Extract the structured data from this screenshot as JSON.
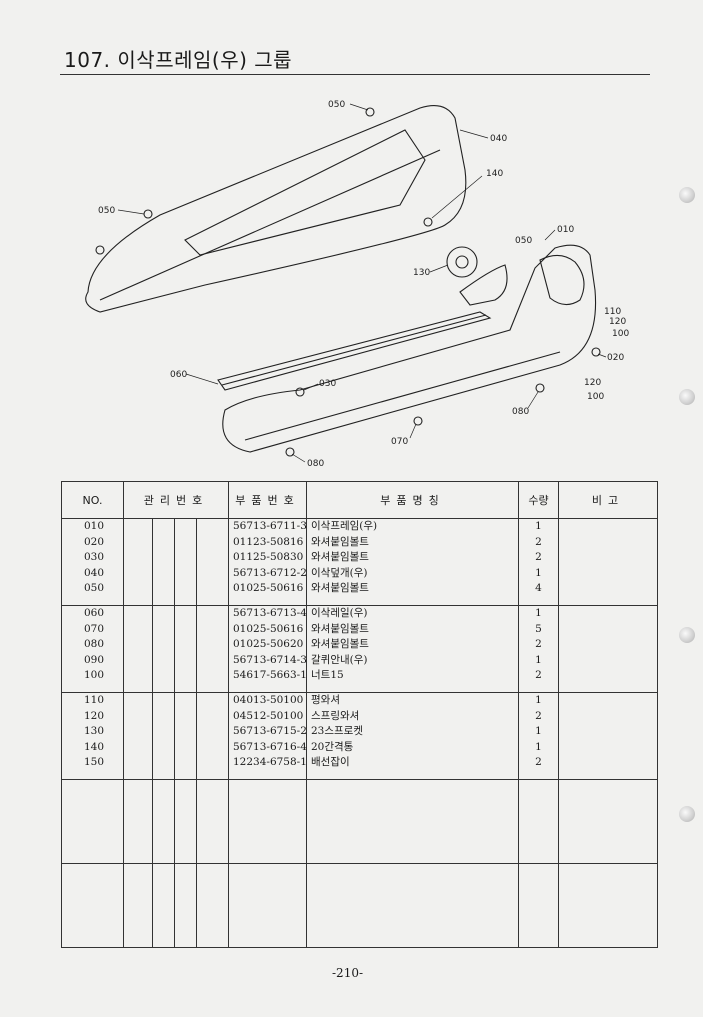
{
  "title": "107. 이삭프레임(우) 그룹",
  "page_number": "-210-",
  "diagram": {
    "callouts": [
      "050",
      "040",
      "140",
      "050",
      "010",
      "050",
      "130",
      "110",
      "120",
      "100",
      "020",
      "060",
      "030",
      "120",
      "100",
      "080",
      "070",
      "080"
    ]
  },
  "table": {
    "headers": {
      "no": "NO.",
      "management": "관리번호",
      "part_number": "부품번호",
      "part_name": "부품명칭",
      "qty": "수량",
      "remarks": "비고"
    },
    "groups": [
      [
        {
          "no": "010",
          "part_number": "56713-6711-3",
          "name": "이삭프레임(우)",
          "qty": "1"
        },
        {
          "no": "020",
          "part_number": "01123-50816",
          "name": "와셔붙임볼트",
          "qty": "2"
        },
        {
          "no": "030",
          "part_number": "01125-50830",
          "name": "와셔붙임볼트",
          "qty": "2"
        },
        {
          "no": "040",
          "part_number": "56713-6712-2",
          "name": "이삭덮개(우)",
          "qty": "1"
        },
        {
          "no": "050",
          "part_number": "01025-50616",
          "name": "와셔붙임볼트",
          "qty": "4"
        }
      ],
      [
        {
          "no": "060",
          "part_number": "56713-6713-4",
          "name": "이삭레일(우)",
          "qty": "1"
        },
        {
          "no": "070",
          "part_number": "01025-50616",
          "name": "와셔붙임볼트",
          "qty": "5"
        },
        {
          "no": "080",
          "part_number": "01025-50620",
          "name": "와셔붙임볼트",
          "qty": "2"
        },
        {
          "no": "090",
          "part_number": "56713-6714-3",
          "name": "갈퀴안내(우)",
          "qty": "1"
        },
        {
          "no": "100",
          "part_number": "54617-5663-1",
          "name": "너트15",
          "qty": "2"
        }
      ],
      [
        {
          "no": "110",
          "part_number": "04013-50100",
          "name": "평와셔",
          "qty": "1"
        },
        {
          "no": "120",
          "part_number": "04512-50100",
          "name": "스프링와셔",
          "qty": "2"
        },
        {
          "no": "130",
          "part_number": "56713-6715-2",
          "name": "23스프로켓",
          "qty": "1"
        },
        {
          "no": "140",
          "part_number": "56713-6716-4",
          "name": "20간격통",
          "qty": "1"
        },
        {
          "no": "150",
          "part_number": "12234-6758-1",
          "name": "배선잡이",
          "qty": "2"
        }
      ],
      [],
      []
    ]
  }
}
